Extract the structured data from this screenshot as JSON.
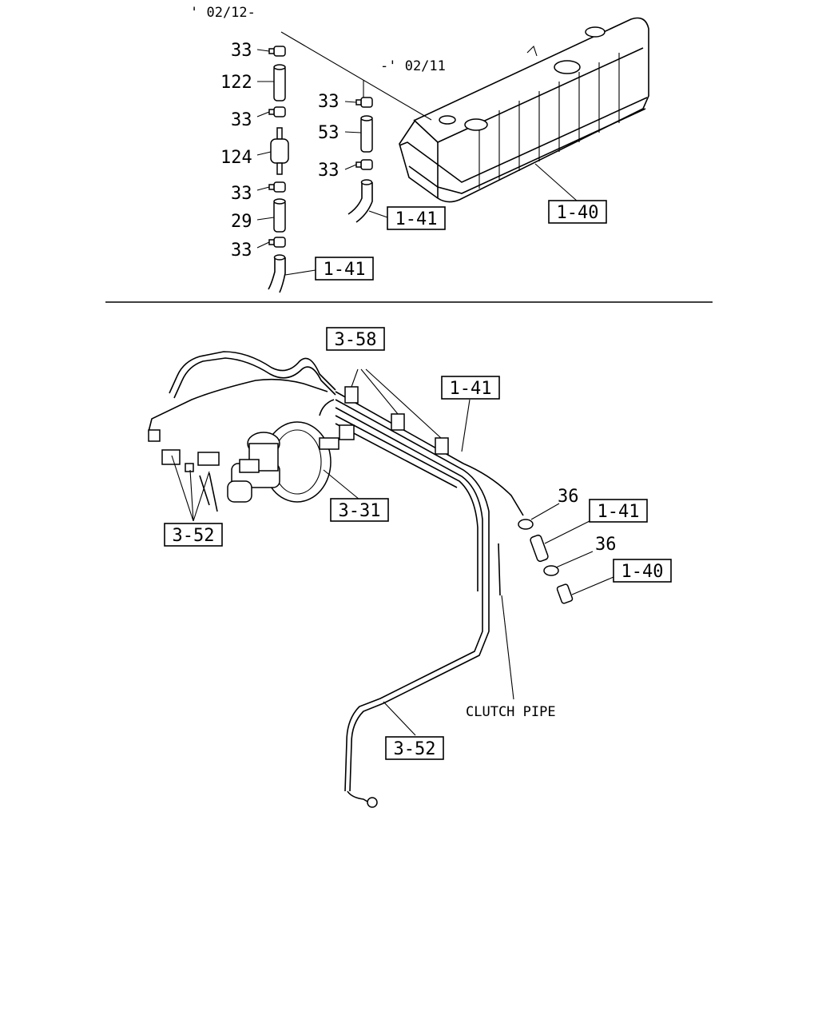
{
  "date_ranges": {
    "from": "' 02/12-",
    "until": "-' 02/11"
  },
  "part_numbers": {
    "clamp": "33",
    "hose_upper": "122",
    "filter": "124",
    "hose_lower": "29",
    "hose_mid": "53",
    "clip": "36"
  },
  "boxed_refs": {
    "hose_group": "1-41",
    "tank_group": "1-40",
    "clip_group": "3-58",
    "booster_group": "3-31",
    "pipe_group": "3-52"
  },
  "annotations": {
    "clutch_pipe": "CLUTCH PIPE"
  }
}
